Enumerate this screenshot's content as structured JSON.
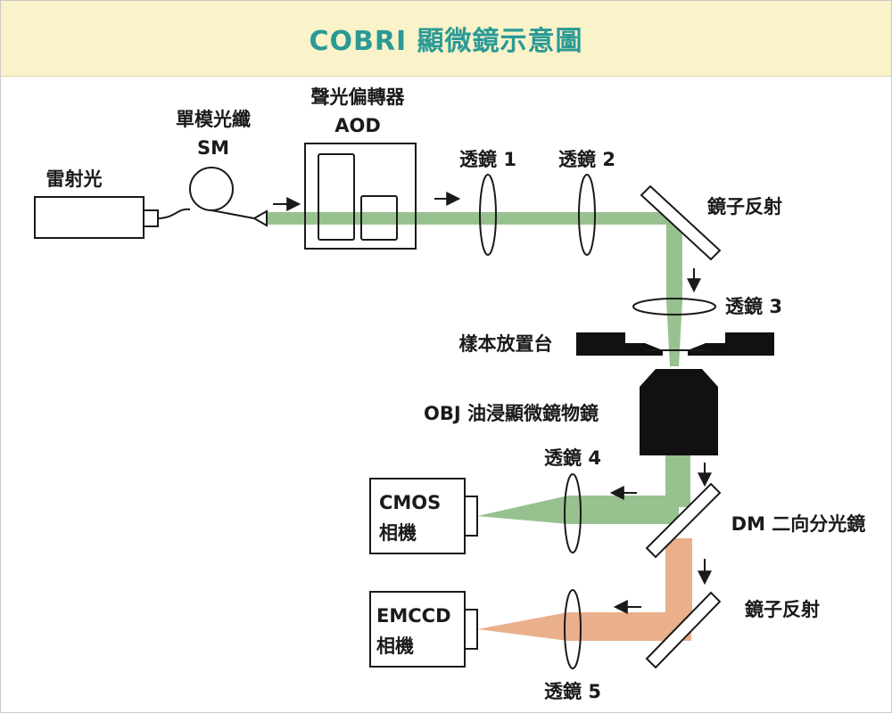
{
  "title": "COBRI 顯微鏡示意圖",
  "colors": {
    "title_bg": "#faf2c8",
    "title_text": "#2a9a96",
    "green_beam": "#97c18f",
    "orange_beam": "#eab08c",
    "outline": "#1a1a1a"
  },
  "labels": {
    "laser": "雷射光",
    "fiber_line1": "單模光纖",
    "fiber_line2": "SM",
    "aod_line1": "聲光偏轉器",
    "aod_line2": "AOD",
    "lens1": "透鏡 1",
    "lens2": "透鏡 2",
    "mirror1": "鏡子反射",
    "lens3": "透鏡 3",
    "stage": "樣本放置台",
    "objective": "OBJ 油浸顯微鏡物鏡",
    "lens4": "透鏡 4",
    "cmos_line1": "CMOS",
    "cmos_line2": "相機",
    "dm": "DM 二向分光鏡",
    "mirror2": "鏡子反射",
    "emccd_line1": "EMCCD",
    "emccd_line2": "相機",
    "lens5": "透鏡 5"
  }
}
